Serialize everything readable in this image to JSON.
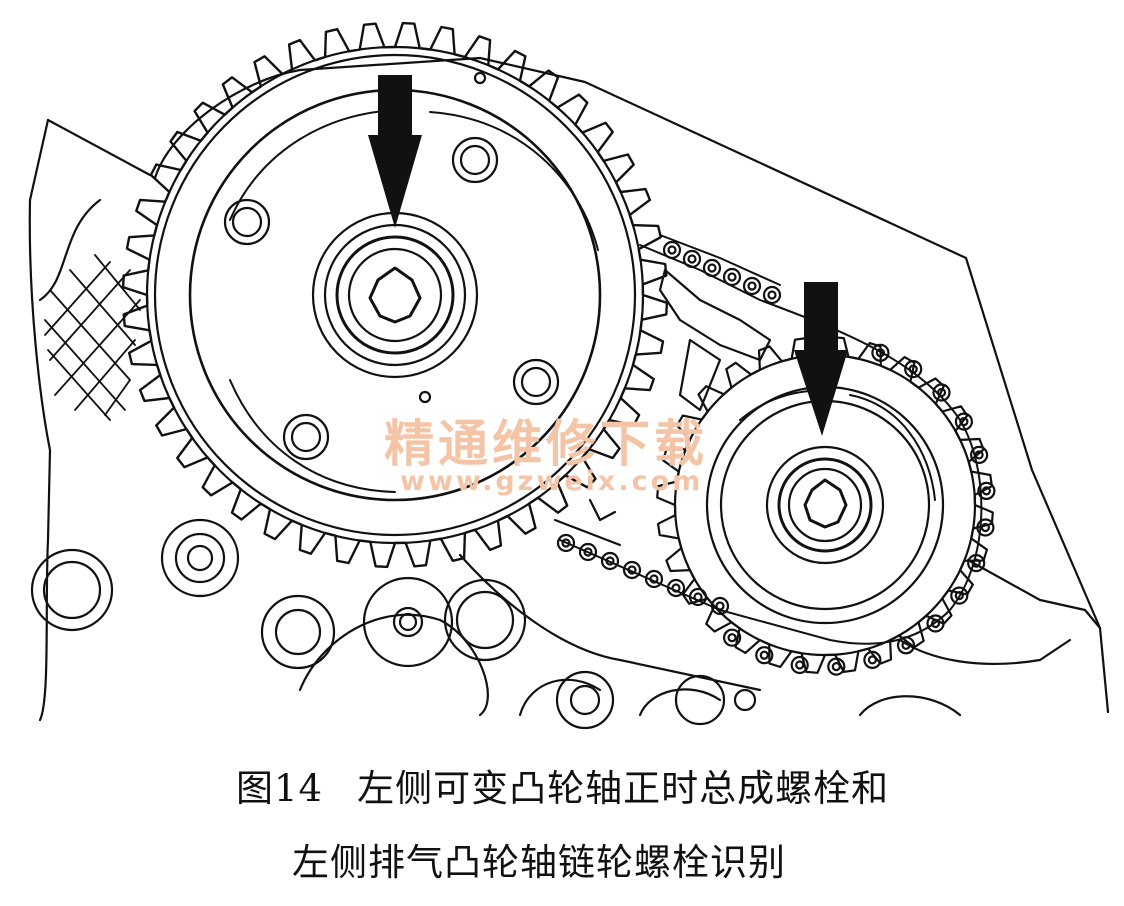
{
  "figure": {
    "number": "图14",
    "caption_line1": "左侧可变凸轮轴正时总成螺栓和",
    "caption_line2": "左侧排气凸轮轴链轮螺栓识别"
  },
  "watermark": {
    "text": "精通维修下载",
    "url": "www.gzweix.com",
    "color": "#f3c5a6"
  },
  "diagram": {
    "line_color": "#111111",
    "arrow_color": "#111111",
    "components": [
      "left-intake-variable-camshaft-timing-sprocket",
      "left-exhaust-camshaft-sprocket",
      "timing-chain",
      "chain-tensioner",
      "engine-housing"
    ]
  }
}
